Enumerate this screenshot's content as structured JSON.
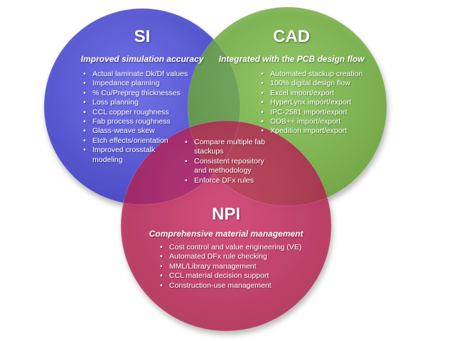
{
  "colors": {
    "si": "#5656d8",
    "cad": "#73b33e",
    "npi": "#c4245a",
    "text": "#ffffff"
  },
  "si": {
    "title": "SI",
    "subtitle": "Improved simulation accuracy",
    "items": [
      "Actual laminate Dk/Df values",
      "Impedance planning",
      "% Cu/Prepreg thicknesses",
      "Loss planning",
      "CCL copper roughness",
      "Fab process roughness",
      "Glass-weave skew",
      "Etch effects/orientation",
      "Improved crosstalk modeling"
    ]
  },
  "cad": {
    "title": "CAD",
    "subtitle": "Integrated with the PCB design flow",
    "items": [
      "Automated stackup creation",
      "100% digital design flow",
      "Excel import/export",
      "HyperLynx import/export",
      "IPC-2581 import/export",
      "ODB++ import/export",
      "Xpedition import/export"
    ]
  },
  "center": {
    "items": [
      "Compare multiple fab stackups",
      "Consistent repository and methodology",
      "Enforce DFx rules"
    ]
  },
  "npi": {
    "title": "NPI",
    "subtitle": "Comprehensive material management",
    "items": [
      "Cost control and value engineering (VE)",
      "Automated DFx rule checking",
      "MML/Library management",
      "CCL material decision support",
      "Construction-use management"
    ]
  }
}
